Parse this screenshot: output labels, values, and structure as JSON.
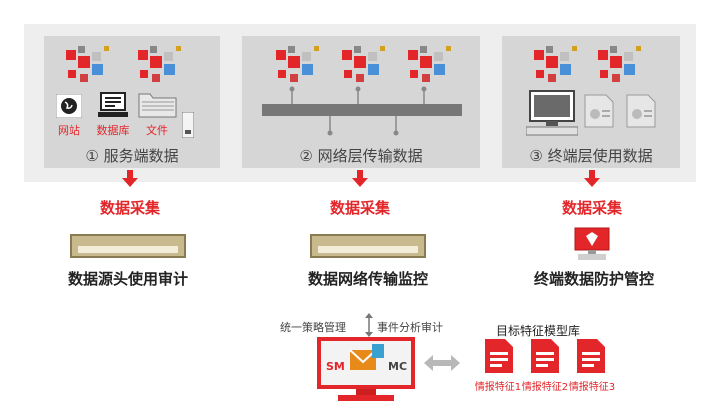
{
  "panels": {
    "p1": {
      "label": "① 服务端数据",
      "items": [
        "网站",
        "数据库",
        "文件"
      ]
    },
    "p2": {
      "label": "② 网络层传输数据"
    },
    "p3": {
      "label": "③ 终端层使用数据"
    }
  },
  "collection": {
    "label": "数据采集"
  },
  "functions": {
    "f1": "数据源头使用审计",
    "f2": "数据网络传输监控",
    "f3": "终端数据防护管控"
  },
  "bottom": {
    "policy": "统一策略管理",
    "audit": "事件分析审计",
    "library_title": "目标特征模型库",
    "features": [
      "情报特征1",
      "情报特征2",
      "情报特征3"
    ],
    "monitor_icons": [
      "SM",
      "MC"
    ]
  },
  "colors": {
    "accent": "#e3262a",
    "panel": "#d6d6d6",
    "band": "#eeeeee"
  }
}
